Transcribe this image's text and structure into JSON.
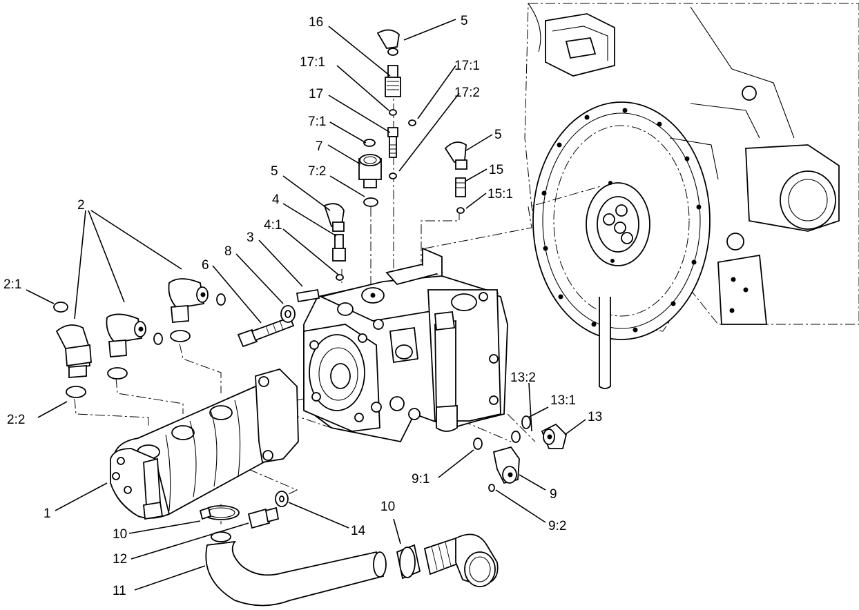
{
  "diagram": {
    "callouts": [
      {
        "id": "c16",
        "text": "16"
      },
      {
        "id": "c5a",
        "text": "5"
      },
      {
        "id": "c171a",
        "text": "17:1"
      },
      {
        "id": "c171b",
        "text": "17:1"
      },
      {
        "id": "c17",
        "text": "17"
      },
      {
        "id": "c172",
        "text": "17:2"
      },
      {
        "id": "c71",
        "text": "7:1"
      },
      {
        "id": "c7",
        "text": "7"
      },
      {
        "id": "c72",
        "text": "7:2"
      },
      {
        "id": "c5b",
        "text": "5"
      },
      {
        "id": "c15",
        "text": "15"
      },
      {
        "id": "c151",
        "text": "15:1"
      },
      {
        "id": "c5c",
        "text": "5"
      },
      {
        "id": "c4",
        "text": "4"
      },
      {
        "id": "c41",
        "text": "4:1"
      },
      {
        "id": "c3",
        "text": "3"
      },
      {
        "id": "c8",
        "text": "8"
      },
      {
        "id": "c6",
        "text": "6"
      },
      {
        "id": "c2",
        "text": "2"
      },
      {
        "id": "c21",
        "text": "2:1"
      },
      {
        "id": "c22",
        "text": "2:2"
      },
      {
        "id": "c132",
        "text": "13:2"
      },
      {
        "id": "c131",
        "text": "13:1"
      },
      {
        "id": "c13",
        "text": "13"
      },
      {
        "id": "c91",
        "text": "9:1"
      },
      {
        "id": "c9",
        "text": "9"
      },
      {
        "id": "c92",
        "text": "9:2"
      },
      {
        "id": "c1",
        "text": "1"
      },
      {
        "id": "c10a",
        "text": "10"
      },
      {
        "id": "c14",
        "text": "14"
      },
      {
        "id": "c12",
        "text": "12"
      },
      {
        "id": "c10b",
        "text": "10"
      },
      {
        "id": "c11",
        "text": "11"
      }
    ]
  }
}
